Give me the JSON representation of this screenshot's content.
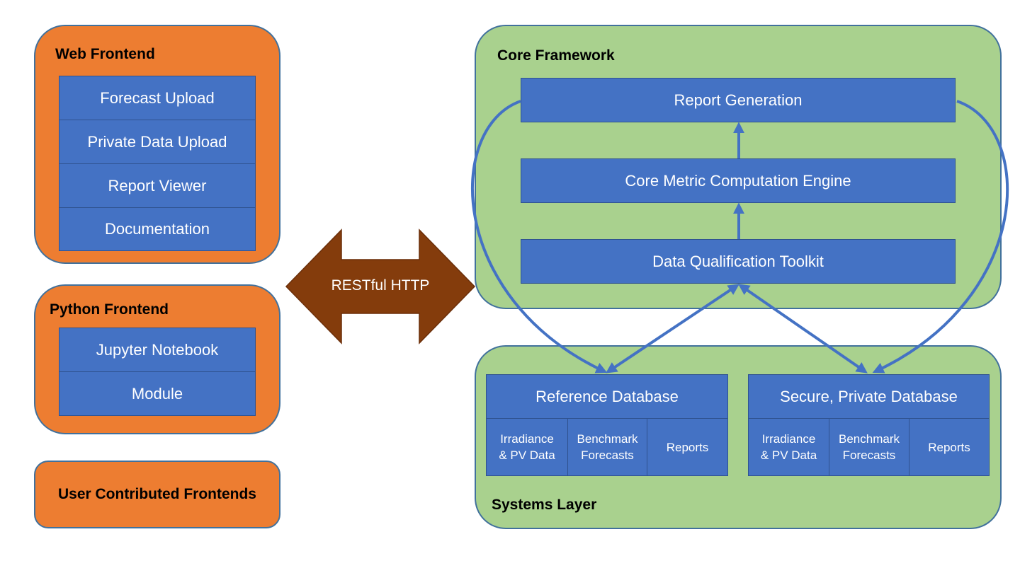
{
  "web_frontend": {
    "title": "Web Frontend",
    "items": [
      "Forecast Upload",
      "Private Data Upload",
      "Report Viewer",
      "Documentation"
    ]
  },
  "python_frontend": {
    "title": "Python Frontend",
    "items": [
      "Jupyter Notebook",
      "Module"
    ]
  },
  "user_frontends": {
    "title": "User Contributed Frontends"
  },
  "connector": {
    "label": "RESTful HTTP"
  },
  "core_framework": {
    "title": "Core Framework",
    "report_generation": "Report Generation",
    "metric_engine": "Core Metric Computation Engine",
    "qualification_toolkit": "Data Qualification Toolkit"
  },
  "systems_layer": {
    "title": "Systems Layer",
    "reference_db": {
      "title": "Reference Database",
      "cells": [
        "Irradiance\n& PV Data",
        "Benchmark\nForecasts",
        "Reports"
      ]
    },
    "private_db": {
      "title": "Secure, Private Database",
      "cells": [
        "Irradiance\n& PV Data",
        "Benchmark\nForecasts",
        "Reports"
      ]
    }
  },
  "colors": {
    "frontend_fill": "#ed7d31",
    "framework_fill": "#a9d18e",
    "component_fill": "#4472c4",
    "connector_fill": "#843c0c",
    "flow_arrow": "#4472c4"
  }
}
